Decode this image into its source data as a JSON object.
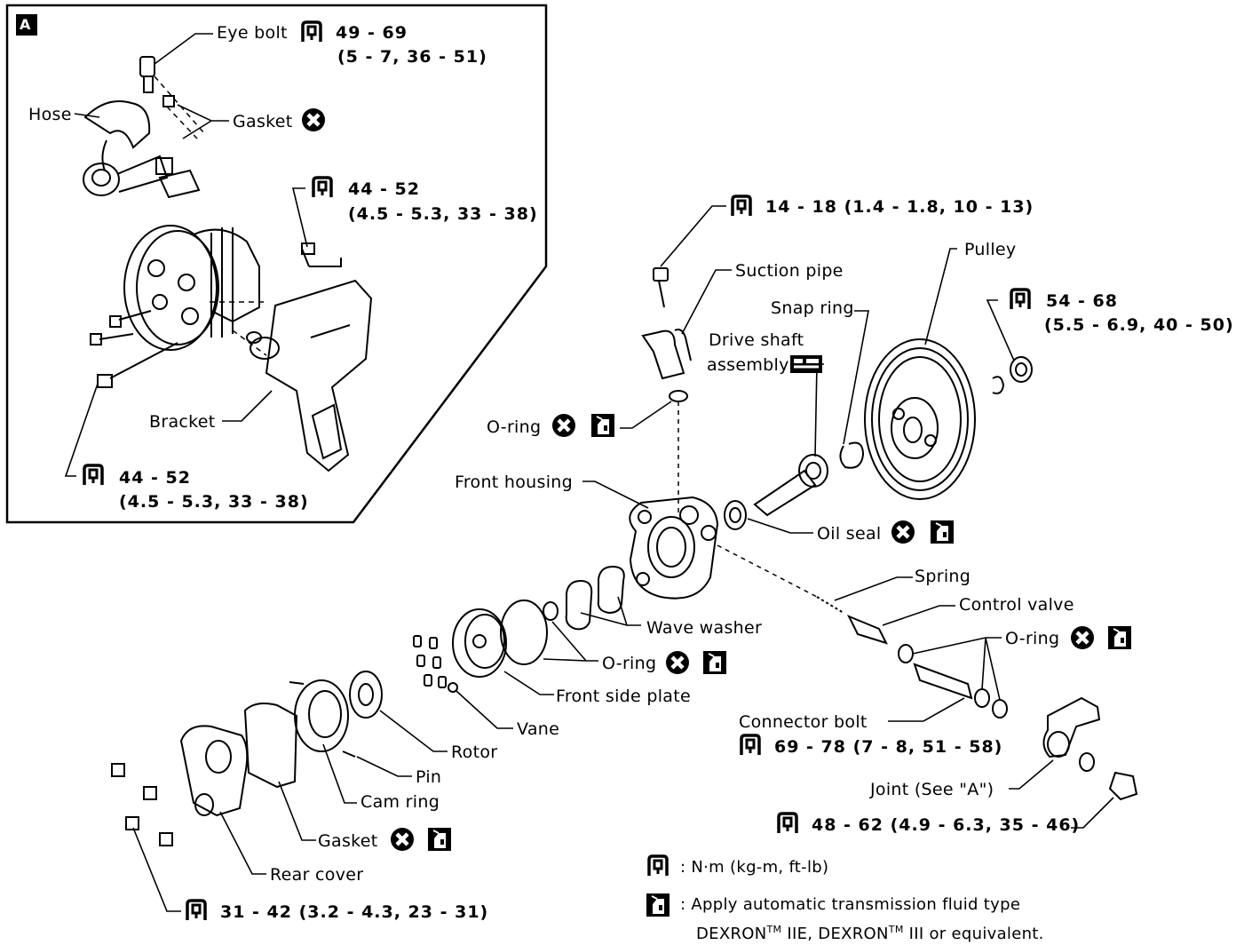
{
  "inset": {
    "tag": "A",
    "eye_bolt": {
      "label": "Eye bolt",
      "torque": "49 - 69",
      "torque_alt": "(5 - 7, 36 - 51)"
    },
    "hose": "Hose",
    "gasket": "Gasket",
    "bolt_upper": {
      "torque": "44 - 52",
      "torque_alt": "(4.5 - 5.3, 33 - 38)"
    },
    "bracket": "Bracket",
    "bolt_lower": {
      "torque": "44 - 52",
      "torque_alt": "(4.5 - 5.3, 33 - 38)"
    }
  },
  "parts": {
    "suction_bolt_torque": "14 - 18 (1.4 - 1.8, 10 - 13)",
    "suction_pipe": "Suction pipe",
    "snap_ring": "Snap ring",
    "pulley": "Pulley",
    "pulley_nut_torque": "54 - 68",
    "pulley_nut_torque_alt": "(5.5 - 6.9, 40 - 50)",
    "drive_shaft_1": "Drive shaft",
    "drive_shaft_2": "assembly",
    "o_ring_top": "O-ring",
    "front_housing": "Front housing",
    "oil_seal": "Oil seal",
    "spring": "Spring",
    "control_valve": "Control valve",
    "o_ring_right": "O-ring",
    "wave_washer": "Wave washer",
    "o_ring_mid": "O-ring",
    "front_side_plate": "Front side plate",
    "connector_bolt": "Connector bolt",
    "connector_bolt_torque": "69 - 78 (7 - 8, 51 - 58)",
    "vane": "Vane",
    "rotor": "Rotor",
    "pin": "Pin",
    "cam_ring": "Cam ring",
    "gasket": "Gasket",
    "rear_cover": "Rear cover",
    "rear_cover_torque": "31 - 42 (3.2 - 4.3, 23 - 31)",
    "joint": "Joint (See \"A\")",
    "joint_nut_torque": "48 - 62 (4.9 - 6.3, 35 - 46)"
  },
  "legend": {
    "torque_units": ": N·m (kg-m, ft-lb)",
    "fluid_line1": ": Apply automatic transmission fluid type",
    "fluid_dexron_a": "DEXRON",
    "fluid_tm": "TM",
    "fluid_iie": " IIE, DEXRON",
    "fluid_iii": " III or equivalent."
  }
}
